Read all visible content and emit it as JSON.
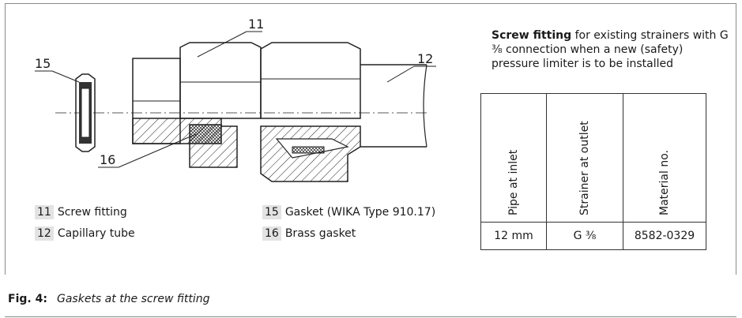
{
  "callouts": [
    "11",
    "12",
    "15",
    "16"
  ],
  "legend": [
    {
      "num": "11",
      "label": "Screw fitting"
    },
    {
      "num": "12",
      "label": "Capillary tube"
    },
    {
      "num": "15",
      "label": "Gasket (WIKA Type 910.17)"
    },
    {
      "num": "16",
      "label": "Brass gasket"
    }
  ],
  "description": {
    "bold": "Screw fitting",
    "text": " for existing strainers with G ³⁄₈ connection when a new (safety) pressure limiter is to be installed"
  },
  "table": {
    "headers": [
      "Pipe at inlet",
      "Strainer at outlet",
      "Material no."
    ],
    "row": [
      "12 mm",
      "G ³⁄₈",
      "8582-0329"
    ]
  },
  "caption": {
    "label": "Fig. 4:",
    "text": "Gaskets at the screw fitting"
  }
}
